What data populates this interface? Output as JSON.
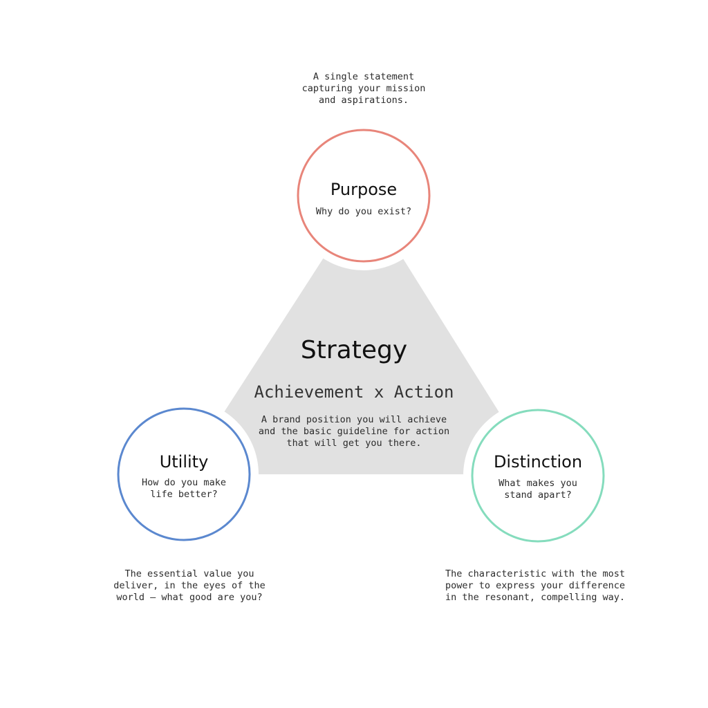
{
  "purpose": {
    "title": "Purpose",
    "question": "Why do you exist?",
    "description": "A single statement\ncapturing your mission\nand aspirations.",
    "color": "#e8857a"
  },
  "strategy": {
    "title": "Strategy",
    "subtitle": "Achievement x Action",
    "description": "A brand position you will achieve\nand the basic guideline for action\nthat will get you there.",
    "color": "#e1e1e1"
  },
  "utility": {
    "title": "Utility",
    "question": "How do you make\nlife better?",
    "description": "The essential value you\ndeliver, in the eyes of the\nworld — what good are you?",
    "color": "#5b88cf"
  },
  "distinction": {
    "title": "Distinction",
    "question": "What makes you\nstand apart?",
    "description": "The characteristic with the most\npower to express your difference\nin the resonant, compelling way.",
    "color": "#85dcbd"
  }
}
